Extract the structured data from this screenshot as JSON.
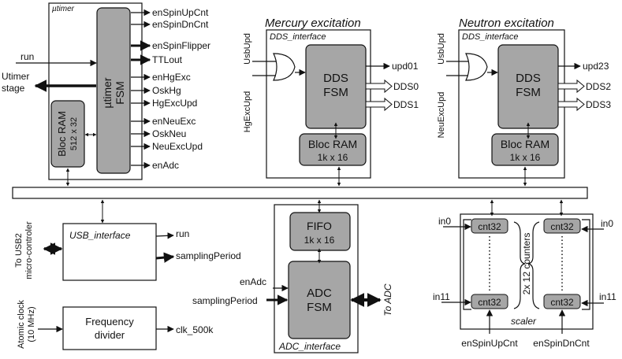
{
  "utimer": {
    "title": "µtimer",
    "fsm_label_1": "µtimer",
    "fsm_label_2": "FSM",
    "ram_label_1": "Bloc RAM",
    "ram_label_2": "512 x 32",
    "outputs": [
      "enSpinUpCnt",
      "enSpinDnCnt",
      "enSpinFlipper",
      "TTLout",
      "enHgExc",
      "OskHg",
      "HgExcUpd",
      "enNeuExc",
      "OskNeu",
      "NeuExcUpd",
      "enAdc"
    ],
    "input_run": "run",
    "output_stage_1": "Utimer",
    "output_stage_2": "stage"
  },
  "mercury": {
    "heading": "Mercury excitation",
    "box_title": "DDS_interface",
    "input_1": "UsbUpd",
    "input_2": "HgExcUpd",
    "fsm_label_1": "DDS",
    "fsm_label_2": "FSM",
    "outputs": [
      "upd01",
      "DDS0",
      "DDS1"
    ],
    "ram_label_1": "Bloc RAM",
    "ram_label_2": "1k x 16"
  },
  "neutron": {
    "heading": "Neutron excitation",
    "box_title": "DDS_interface",
    "input_1": "UsbUpd",
    "input_2": "NeuExcUpd",
    "fsm_label_1": "DDS",
    "fsm_label_2": "FSM",
    "outputs": [
      "upd23",
      "DDS2",
      "DDS3"
    ],
    "ram_label_1": "Bloc RAM",
    "ram_label_2": "1k x 16"
  },
  "usb": {
    "box_title": "USB_interface",
    "side_label_1": "To USB2",
    "side_label_2": "micro-controler",
    "output_run": "run",
    "output_sampling": "samplingPeriod"
  },
  "adc": {
    "fifo_label_1": "FIFO",
    "fifo_label_2": "1k x 16",
    "fsm_label_1": "ADC",
    "fsm_label_2": "FSM",
    "box_title": "ADC_interface",
    "input_1": "enAdc",
    "input_2": "samplingPeriod",
    "side_label": "To ADC"
  },
  "clock": {
    "side_label_1": "Atomic clock",
    "side_label_2": "(10 MHz)",
    "divider_label_1": "Frequency",
    "divider_label_2": "divider",
    "output": "clk_500k"
  },
  "scaler": {
    "box_title": "scaler",
    "counter_label": "cnt32",
    "in_top": "in0",
    "in_bottom": "in11",
    "center_label": "2x 12 counters",
    "enable_left": "enSpinUpCnt",
    "enable_right": "enSpinDnCnt"
  },
  "colors": {
    "block_fill": "#a6a6a6",
    "line": "#111111",
    "background": "#ffffff"
  }
}
